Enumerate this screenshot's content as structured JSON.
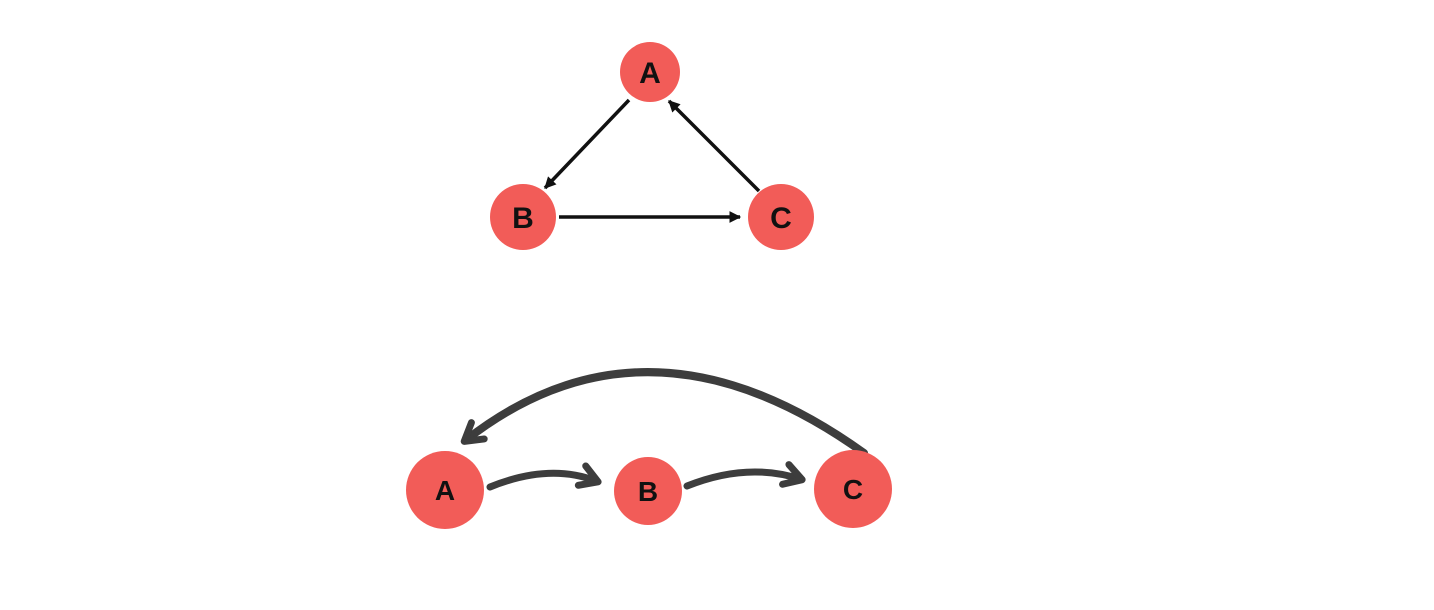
{
  "colors": {
    "background": "#ffffff",
    "node_fill": "#f25c58",
    "node_label": "#111111",
    "edge_top": "#111111",
    "edge_bottom": "#3d3d3d"
  },
  "graph_cycle_triangle": {
    "description": "Directed triangle cycle graph",
    "nodes": [
      {
        "id": "A",
        "label": "A"
      },
      {
        "id": "B",
        "label": "B"
      },
      {
        "id": "C",
        "label": "C"
      }
    ],
    "edges": [
      {
        "from": "A",
        "to": "B"
      },
      {
        "from": "B",
        "to": "C"
      },
      {
        "from": "C",
        "to": "A"
      }
    ]
  },
  "graph_chain_with_back_edge": {
    "description": "Directed chain A to B to C with curved back edge C to A",
    "nodes": [
      {
        "id": "A",
        "label": "A"
      },
      {
        "id": "B",
        "label": "B"
      },
      {
        "id": "C",
        "label": "C"
      }
    ],
    "edges": [
      {
        "from": "A",
        "to": "B"
      },
      {
        "from": "B",
        "to": "C"
      },
      {
        "from": "C",
        "to": "A"
      }
    ]
  }
}
